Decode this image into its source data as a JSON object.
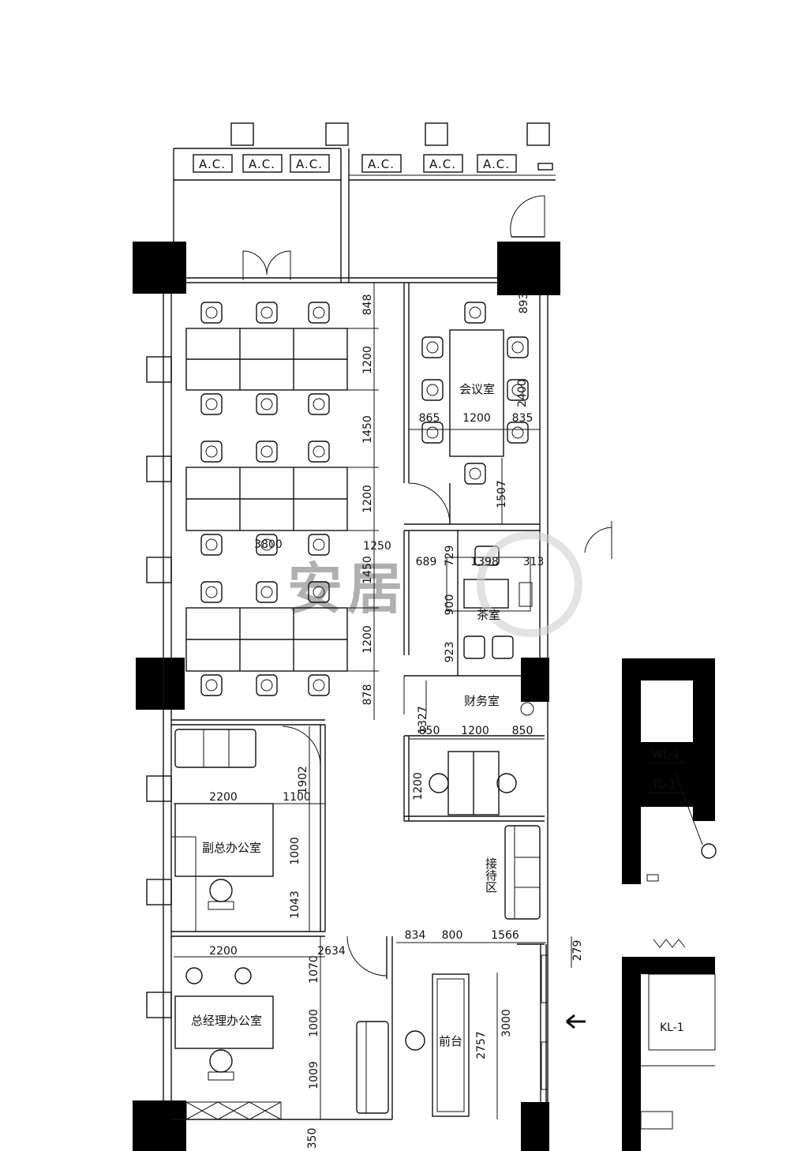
{
  "ac_labels": [
    "A.C.",
    "A.C.",
    "A.C.",
    "A.C.",
    "A.C.",
    "A.C."
  ],
  "rooms": {
    "meeting": "会议室",
    "tea": "茶室",
    "finance": "财务室",
    "vice_gm": "副总办公室",
    "gm": "总经理办公室",
    "reception": "接待区",
    "front_desk": "前台"
  },
  "shaft_labels": {
    "wl": "WL-1",
    "tl": "TL-1",
    "kl": "KL-1"
  },
  "dims_vertical_left": {
    "d848": "848",
    "d1200a": "1200",
    "d1450a": "1450",
    "d1200b": "1200",
    "d1450b": "1450",
    "d1200c": "1200",
    "d878": "878",
    "d1902": "1902",
    "d1000a": "1000",
    "d1043": "1043",
    "d1070": "1070",
    "d1000b": "1000",
    "d1009": "1009",
    "d350": "350"
  },
  "dims_meeting": {
    "d893": "893",
    "d2400": "2400",
    "d865": "865",
    "d1200": "1200",
    "d835": "835",
    "d1507": "1507"
  },
  "dims_tea": {
    "d1250": "1250",
    "d689": "689",
    "d729": "729",
    "d1398": "1398",
    "d313": "313",
    "d900": "900",
    "d923": "923",
    "d3800": "3800"
  },
  "dims_finance": {
    "d1327": "1327",
    "d850a": "850",
    "d1200": "1200",
    "d850b": "850",
    "d1200v": "1200"
  },
  "dims_offices": {
    "d2200a": "2200",
    "d1100": "1100",
    "d2200b": "2200",
    "d2634": "2634"
  },
  "dims_front": {
    "d834": "834",
    "d800": "800",
    "d1566": "1566",
    "d279": "279",
    "d3000": "3000",
    "d2757": "2757"
  },
  "watermark": "安居"
}
